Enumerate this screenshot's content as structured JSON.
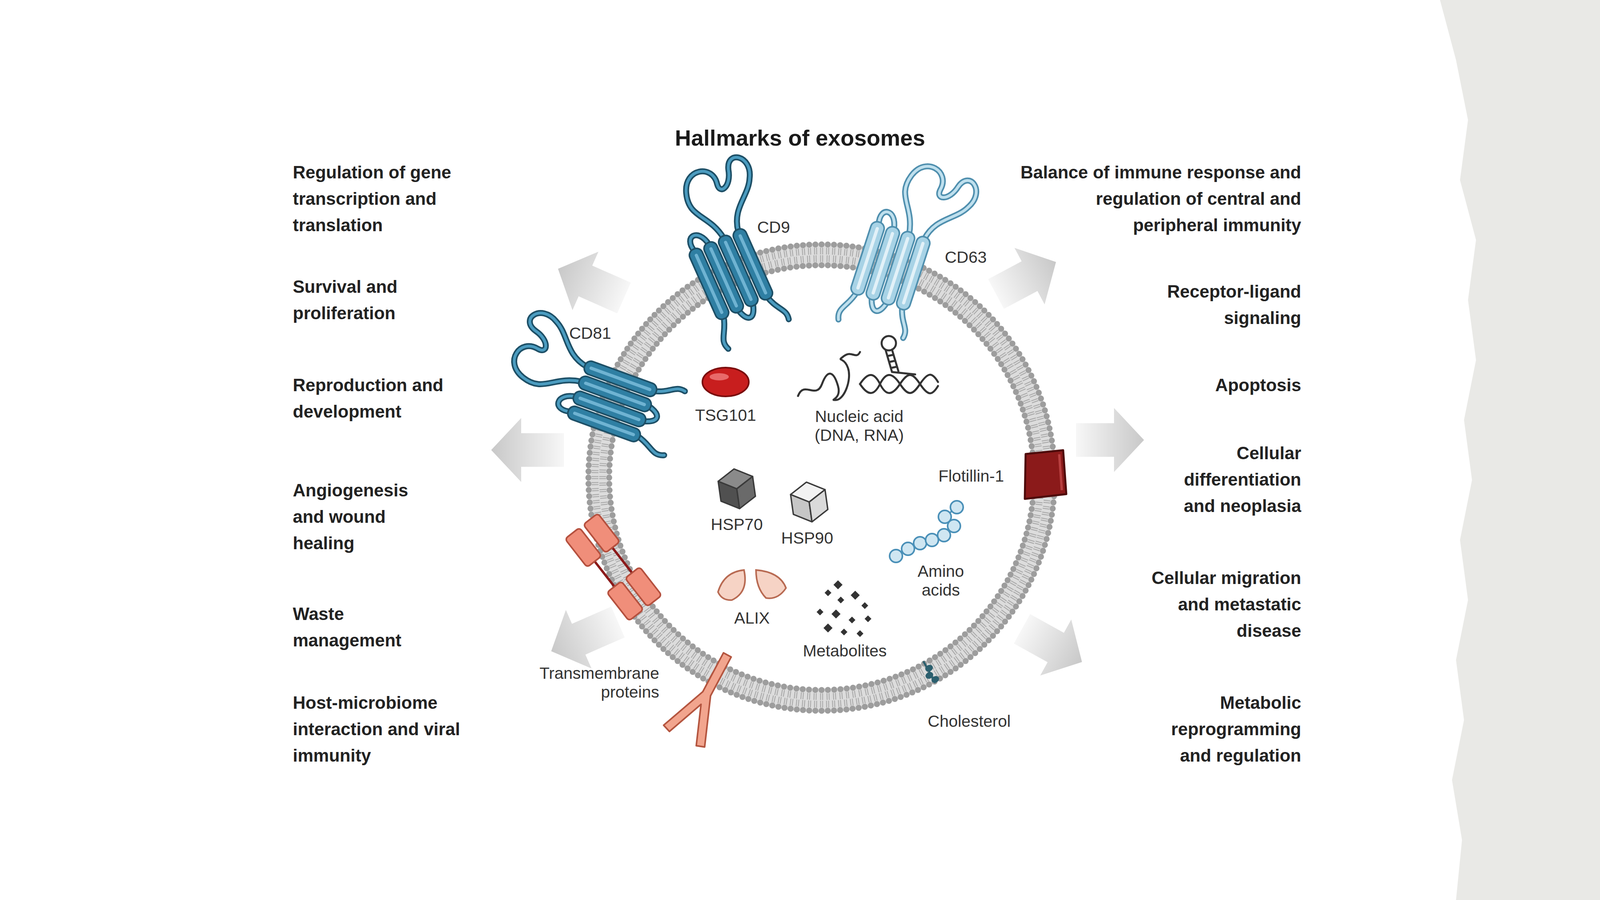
{
  "diagram": {
    "title": "Hallmarks of exosomes",
    "labels": [
      "Regulation of gene transcription and translation",
      "Survival and proliferation",
      "Reproduction and development",
      "Angiogenesis and wound healing",
      "Waste management",
      "Host-microbiome interaction and viral immunity",
      "Balance of immune response and regulation of central and peripheral immunity",
      "Receptor-ligand signaling",
      "Apoptosis",
      "Cellular differentiation and neoplasia",
      "Cellular migration and metastatic disease",
      "Metabolic reprogramming and regulation",
      "CD9",
      "CD63",
      "CD81",
      "TSG101",
      "Nucleic acid (DNA, RNA)",
      "Flotillin-1",
      "HSP70",
      "HSP90",
      "Amino acids",
      "ALIX",
      "Metabolites",
      "Transmembrane proteins",
      "Cholesterol"
    ]
  }
}
